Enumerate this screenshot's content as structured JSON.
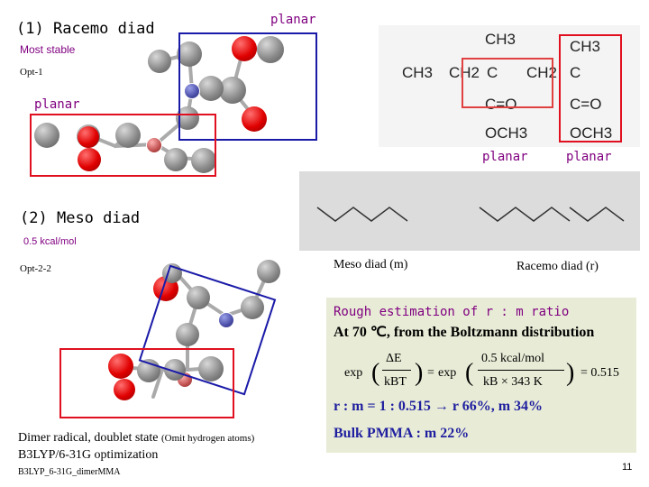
{
  "sec1": {
    "num": "(1)",
    "title": "Racemo diad",
    "stability": "Most stable",
    "opt": "Opt-1",
    "planar_top": "planar",
    "planar_mid": "planar"
  },
  "chem": {
    "ch3_top_left": "CH3",
    "ch3_top_right": "CH3",
    "ch3_main": "CH3",
    "ch2_a": "CH2",
    "c_a": "C",
    "ch2_b": "CH2",
    "c_b": "C",
    "co_a": "C=O",
    "co_b": "C=O",
    "och3_a": "OCH3",
    "och3_b": "OCH3",
    "planar_left": "planar",
    "planar_right": "planar"
  },
  "sec2": {
    "num": "(2)",
    "title": "Meso diad",
    "energy": "0.5 kcal/mol",
    "opt": "Opt-2-2"
  },
  "diads": {
    "meso": "Meso diad (m)",
    "racemo": "Racemo diad (r)"
  },
  "estimation": {
    "heading": "Rough estimation of r : m ratio",
    "line1": "At 70 ℃, from the Boltzmann distribution",
    "eq_exp1": "exp",
    "eq_num1": "ΔE",
    "eq_den1": "kBT",
    "eq_eq1": "=",
    "eq_exp2": "exp",
    "eq_num2": "0.5 kcal/mol",
    "eq_den2": "kB × 343 K",
    "eq_eq2": "= 0.515",
    "ratio": "r : m = 1 : 0.515  →  r 66%, m 34%",
    "bulk": "Bulk PMMA :  m 22%"
  },
  "footer": {
    "line1": "Dimer radical, doublet state",
    "note": "(Omit hydrogen atoms)",
    "line2": "B3LYP/6-31G optimization",
    "file": "B3LYP_6-31G_dimerMMA",
    "page": "11"
  },
  "colors": {
    "red_box": "#e01020",
    "blue_box": "#1a1aa8",
    "purple_text": "#800080",
    "est_bg": "#e8ecd6"
  }
}
